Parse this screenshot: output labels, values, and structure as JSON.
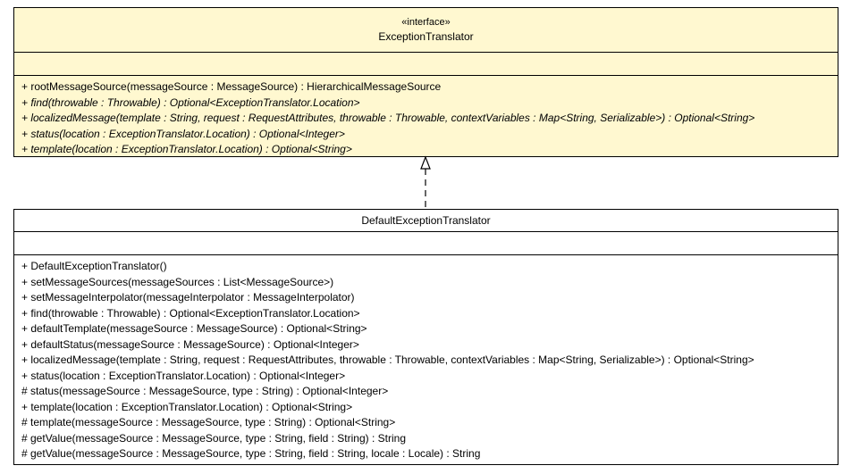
{
  "interface": {
    "stereotype": "«interface»",
    "name": "ExceptionTranslator",
    "operations": [
      "+ rootMessageSource(messageSource : MessageSource) : HierarchicalMessageSource",
      "+ find(throwable : Throwable) : Optional<ExceptionTranslator.Location>",
      "+ localizedMessage(template : String, request : RequestAttributes, throwable : Throwable, contextVariables : Map<String, Serializable>) : Optional<String>",
      "+ status(location : ExceptionTranslator.Location) : Optional<Integer>",
      "+ template(location : ExceptionTranslator.Location) : Optional<String>"
    ],
    "fill_color": "#fff8d0"
  },
  "implementation": {
    "name": "DefaultExceptionTranslator",
    "operations": [
      "+ DefaultExceptionTranslator()",
      "+ setMessageSources(messageSources : List<MessageSource>)",
      "+ setMessageInterpolator(messageInterpolator : MessageInterpolator)",
      "+ find(throwable : Throwable) : Optional<ExceptionTranslator.Location>",
      "+ defaultTemplate(messageSource : MessageSource) : Optional<String>",
      "+ defaultStatus(messageSource : MessageSource) : Optional<Integer>",
      "+ localizedMessage(template : String, request : RequestAttributes, throwable : Throwable, contextVariables : Map<String, Serializable>) : Optional<String>",
      "+ status(location : ExceptionTranslator.Location) : Optional<Integer>",
      "# status(messageSource : MessageSource, type : String) : Optional<Integer>",
      "+ template(location : ExceptionTranslator.Location) : Optional<String>",
      "# template(messageSource : MessageSource, type : String) : Optional<String>",
      "# getValue(messageSource : MessageSource, type : String, field : String) : String",
      "# getValue(messageSource : MessageSource, type : String, field : String, locale : Locale) : String"
    ],
    "fill_color": "#ffffff"
  },
  "relationship": {
    "type": "realization",
    "style": "dashed line with hollow triangle arrowhead"
  }
}
